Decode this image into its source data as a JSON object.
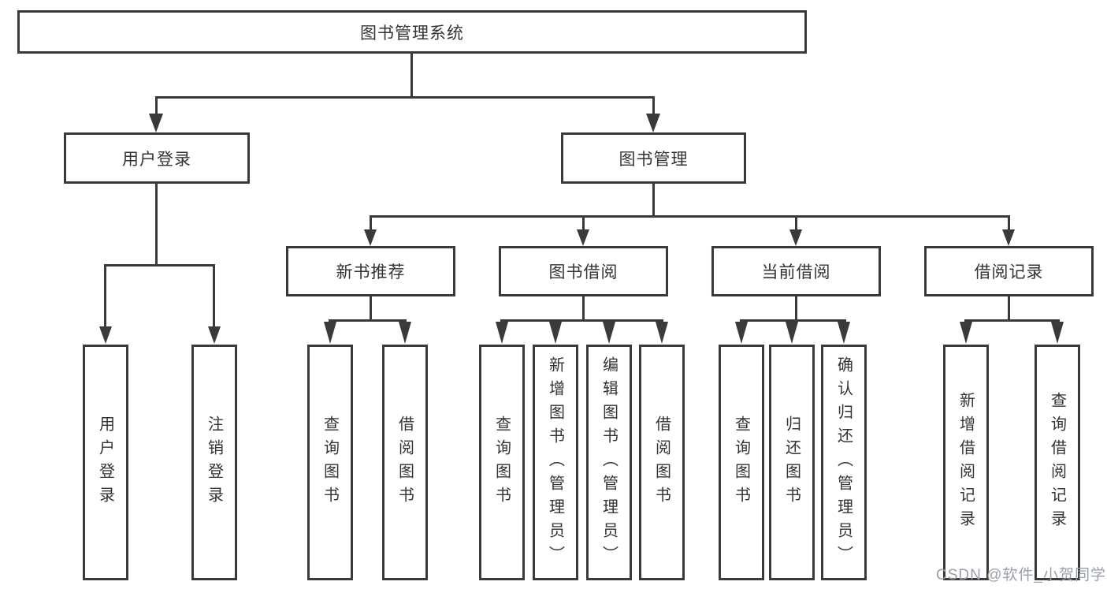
{
  "nodes": {
    "root": {
      "label": "图书管理系统"
    },
    "user_login": {
      "label": "用户登录"
    },
    "book_mgmt": {
      "label": "图书管理"
    },
    "new_books": {
      "label": "新书推荐"
    },
    "book_borrow": {
      "label": "图书借阅"
    },
    "current_borrow": {
      "label": "当前借阅"
    },
    "borrow_records": {
      "label": "借阅记录"
    },
    "leaves": {
      "user_login": [
        "用户登录",
        "注销登录"
      ],
      "new_books": [
        "查询图书",
        "借阅图书"
      ],
      "book_borrow": [
        "查询图书",
        "新增图书（管理员）",
        "编辑图书（管理员）",
        "借阅图书"
      ],
      "current_borrow": [
        "查询图书",
        "归还图书",
        "确认归还（管理员）"
      ],
      "borrow_records": [
        "新增借阅记录",
        "查询借阅记录"
      ]
    }
  },
  "watermark": "CSDN @软件_小贺同学",
  "colors": {
    "line": "#3a3a3a",
    "text": "#333333",
    "watermark": "#9aa0a6",
    "background": "#ffffff"
  }
}
